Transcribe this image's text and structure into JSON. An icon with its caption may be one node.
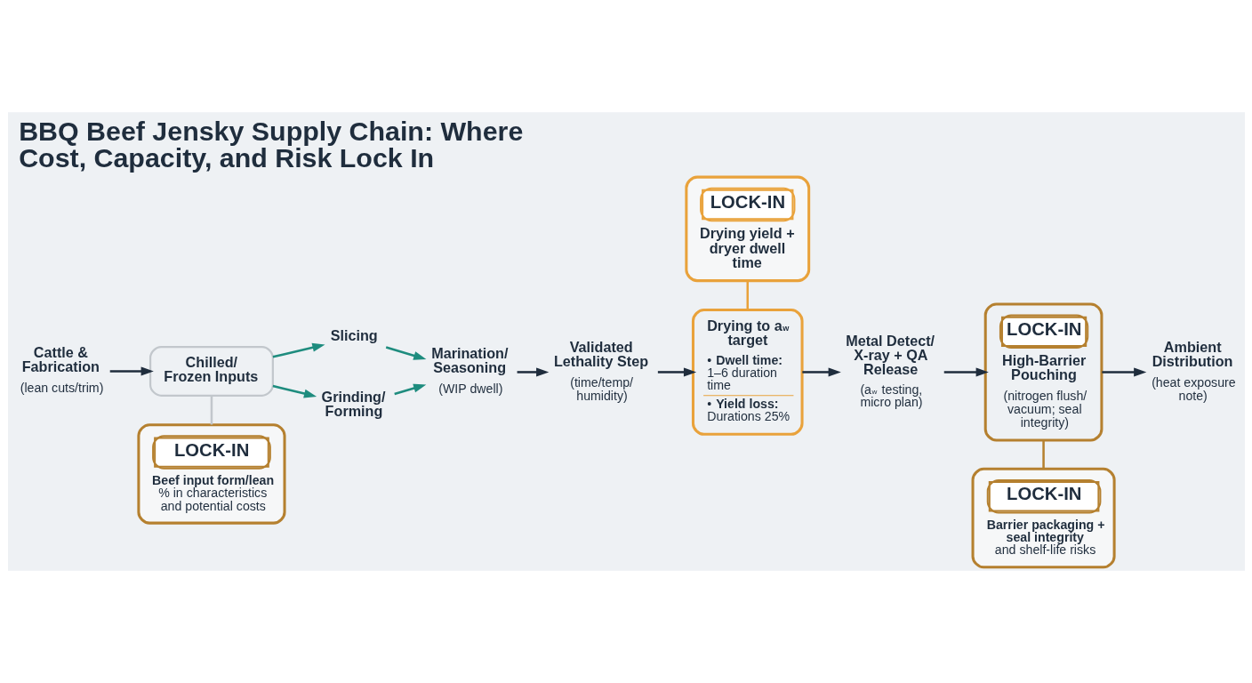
{
  "diagram": {
    "title": "BBQ Beef Jensky Supply Chain: Where Cost, Capacity, and Risk Lock In",
    "nodes": [
      {
        "text": [
          "Cattle & Fabrication",
          "(lean cuts/trim)"
        ]
      },
      {
        "text": [
          "Chilled/ Frozen Inputs"
        ]
      },
      {
        "text": [
          "Slicing"
        ]
      },
      {
        "text": [
          "Grinding/ Forming"
        ]
      },
      {
        "text": [
          "Marination/ Seasoning",
          "(WIP dwell)"
        ]
      },
      {
        "text": [
          "Validated Lethality Step",
          "(time/temp/ humidity)"
        ]
      },
      {
        "text": [
          "Drying to a$_{w}$ target",
          "• **Dwell time:** 1–6 duration time",
          "• **Yield loss:** Durations 25%"
        ]
      },
      {
        "text": [
          "Metal Detect/ X-ray + QA Release",
          "(a$_{w}$ testing, micro plan)"
        ]
      },
      {
        "text": [
          "LOCK-IN",
          "High-Barrier Pouching",
          "(nitrogen flush/ vacuum; seal integrity)"
        ]
      },
      {
        "text": [
          "Ambient Distribution",
          "(heat exposure note)"
        ]
      },
      {
        "text": [
          "LOCK-IN",
          "**Beef input form/lean** % in characteristics and potential costs"
        ]
      },
      {
        "text": [
          "LOCK-IN",
          "Drying yield + dryer dwell time"
        ]
      },
      {
        "text": [
          "LOCK-IN",
          "**Barrier packaging + seal integrity** and shelf-life risks"
        ]
      }
    ],
    "edges": [
      {
        "from": 0,
        "to": 1,
        "arrow": "to"
      },
      {
        "from": 1,
        "to": 2,
        "arrow": "to",
        "color": "#1e8c7e"
      },
      {
        "from": 1,
        "to": 3,
        "arrow": "to",
        "color": "#1e8c7e"
      },
      {
        "from": 2,
        "to": 4,
        "arrow": "to",
        "color": "#1e8c7e"
      },
      {
        "from": 3,
        "to": 4,
        "arrow": "to",
        "color": "#1e8c7e"
      },
      {
        "from": 4,
        "to": 5,
        "arrow": "to"
      },
      {
        "from": 5,
        "to": 6,
        "arrow": "to"
      },
      {
        "from": 6,
        "to": 7,
        "arrow": "to"
      },
      {
        "from": 7,
        "to": 8,
        "arrow": "to"
      },
      {
        "from": 8,
        "to": 9,
        "arrow": "to"
      },
      {
        "from": 1,
        "to": 10,
        "arrow": "none",
        "color": "#c2c7cc"
      },
      {
        "from": 11,
        "to": 6,
        "arrow": "none",
        "color": "#e9a23b"
      },
      {
        "from": 8,
        "to": 12,
        "arrow": "none",
        "color": "#b5802f"
      }
    ]
  }
}
